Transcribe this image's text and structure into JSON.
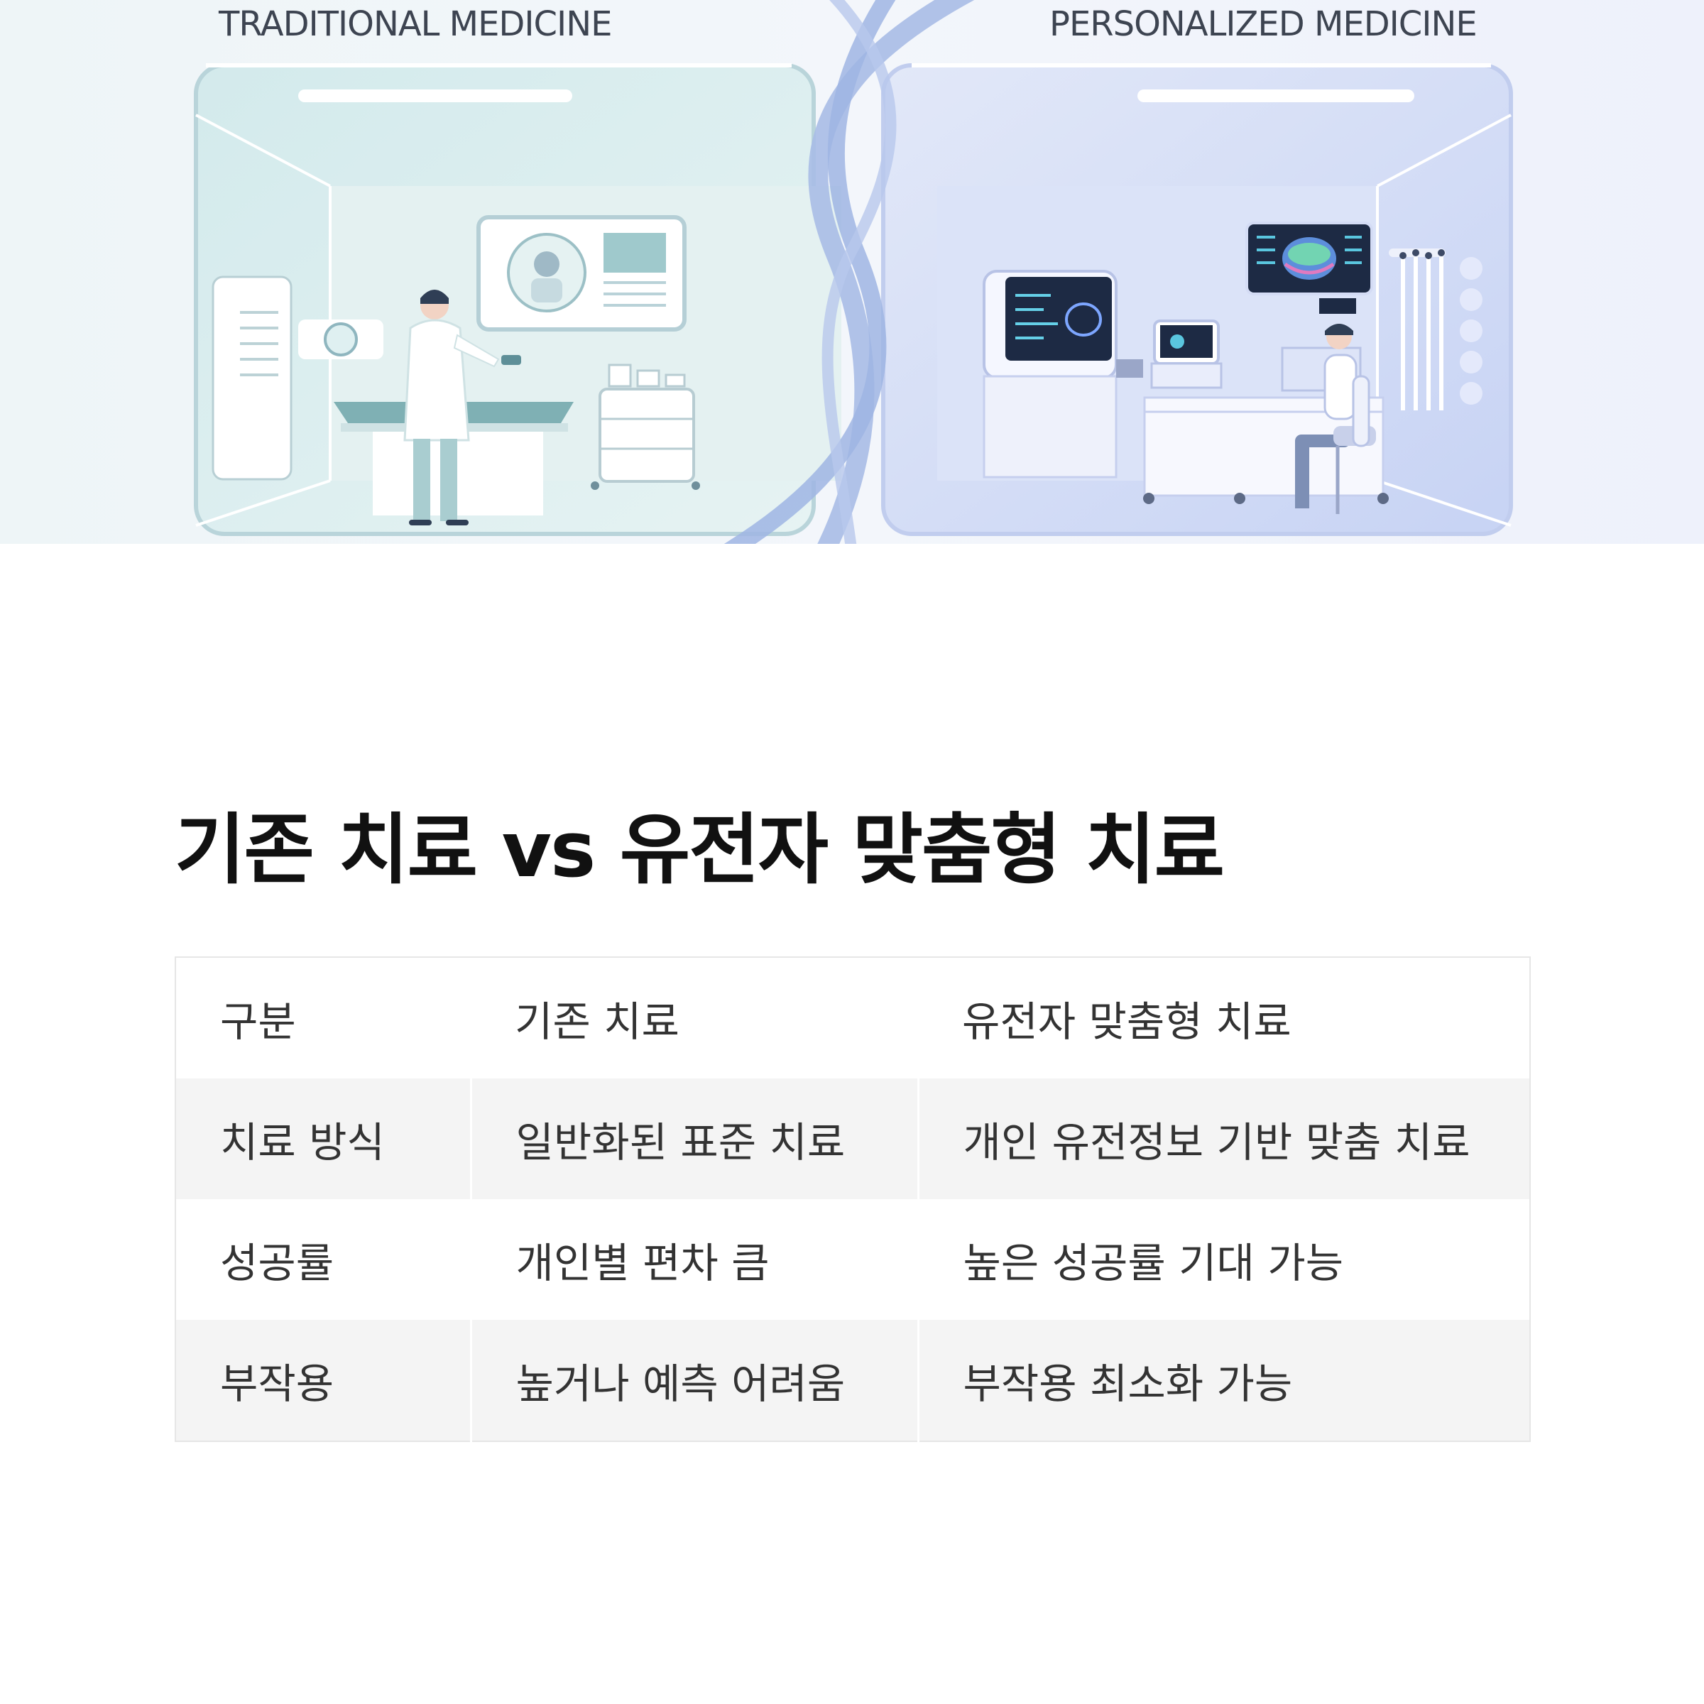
{
  "hero": {
    "left_label": "TRADITIONAL MEDICINE",
    "right_label": "PERSONALIZED MEDICINE",
    "colors": {
      "left_room": "#d7ecee",
      "right_room": "#ccd6f5",
      "dna": "#a9bde6",
      "screen": "#1d2a44"
    }
  },
  "section": {
    "title": "기존 치료 vs 유전자 맞춤형 치료"
  },
  "table": {
    "headers": [
      "구분",
      "기존 치료",
      "유전자 맞춤형 치료"
    ],
    "rows": [
      [
        "치료 방식",
        "일반화된 표준 치료",
        "개인 유전정보 기반 맞춤 치료"
      ],
      [
        "성공률",
        "개인별 편차 큼",
        "높은 성공률 기대 가능"
      ],
      [
        "부작용",
        "높거나 예측 어려움",
        "부작용 최소화 가능"
      ]
    ]
  }
}
